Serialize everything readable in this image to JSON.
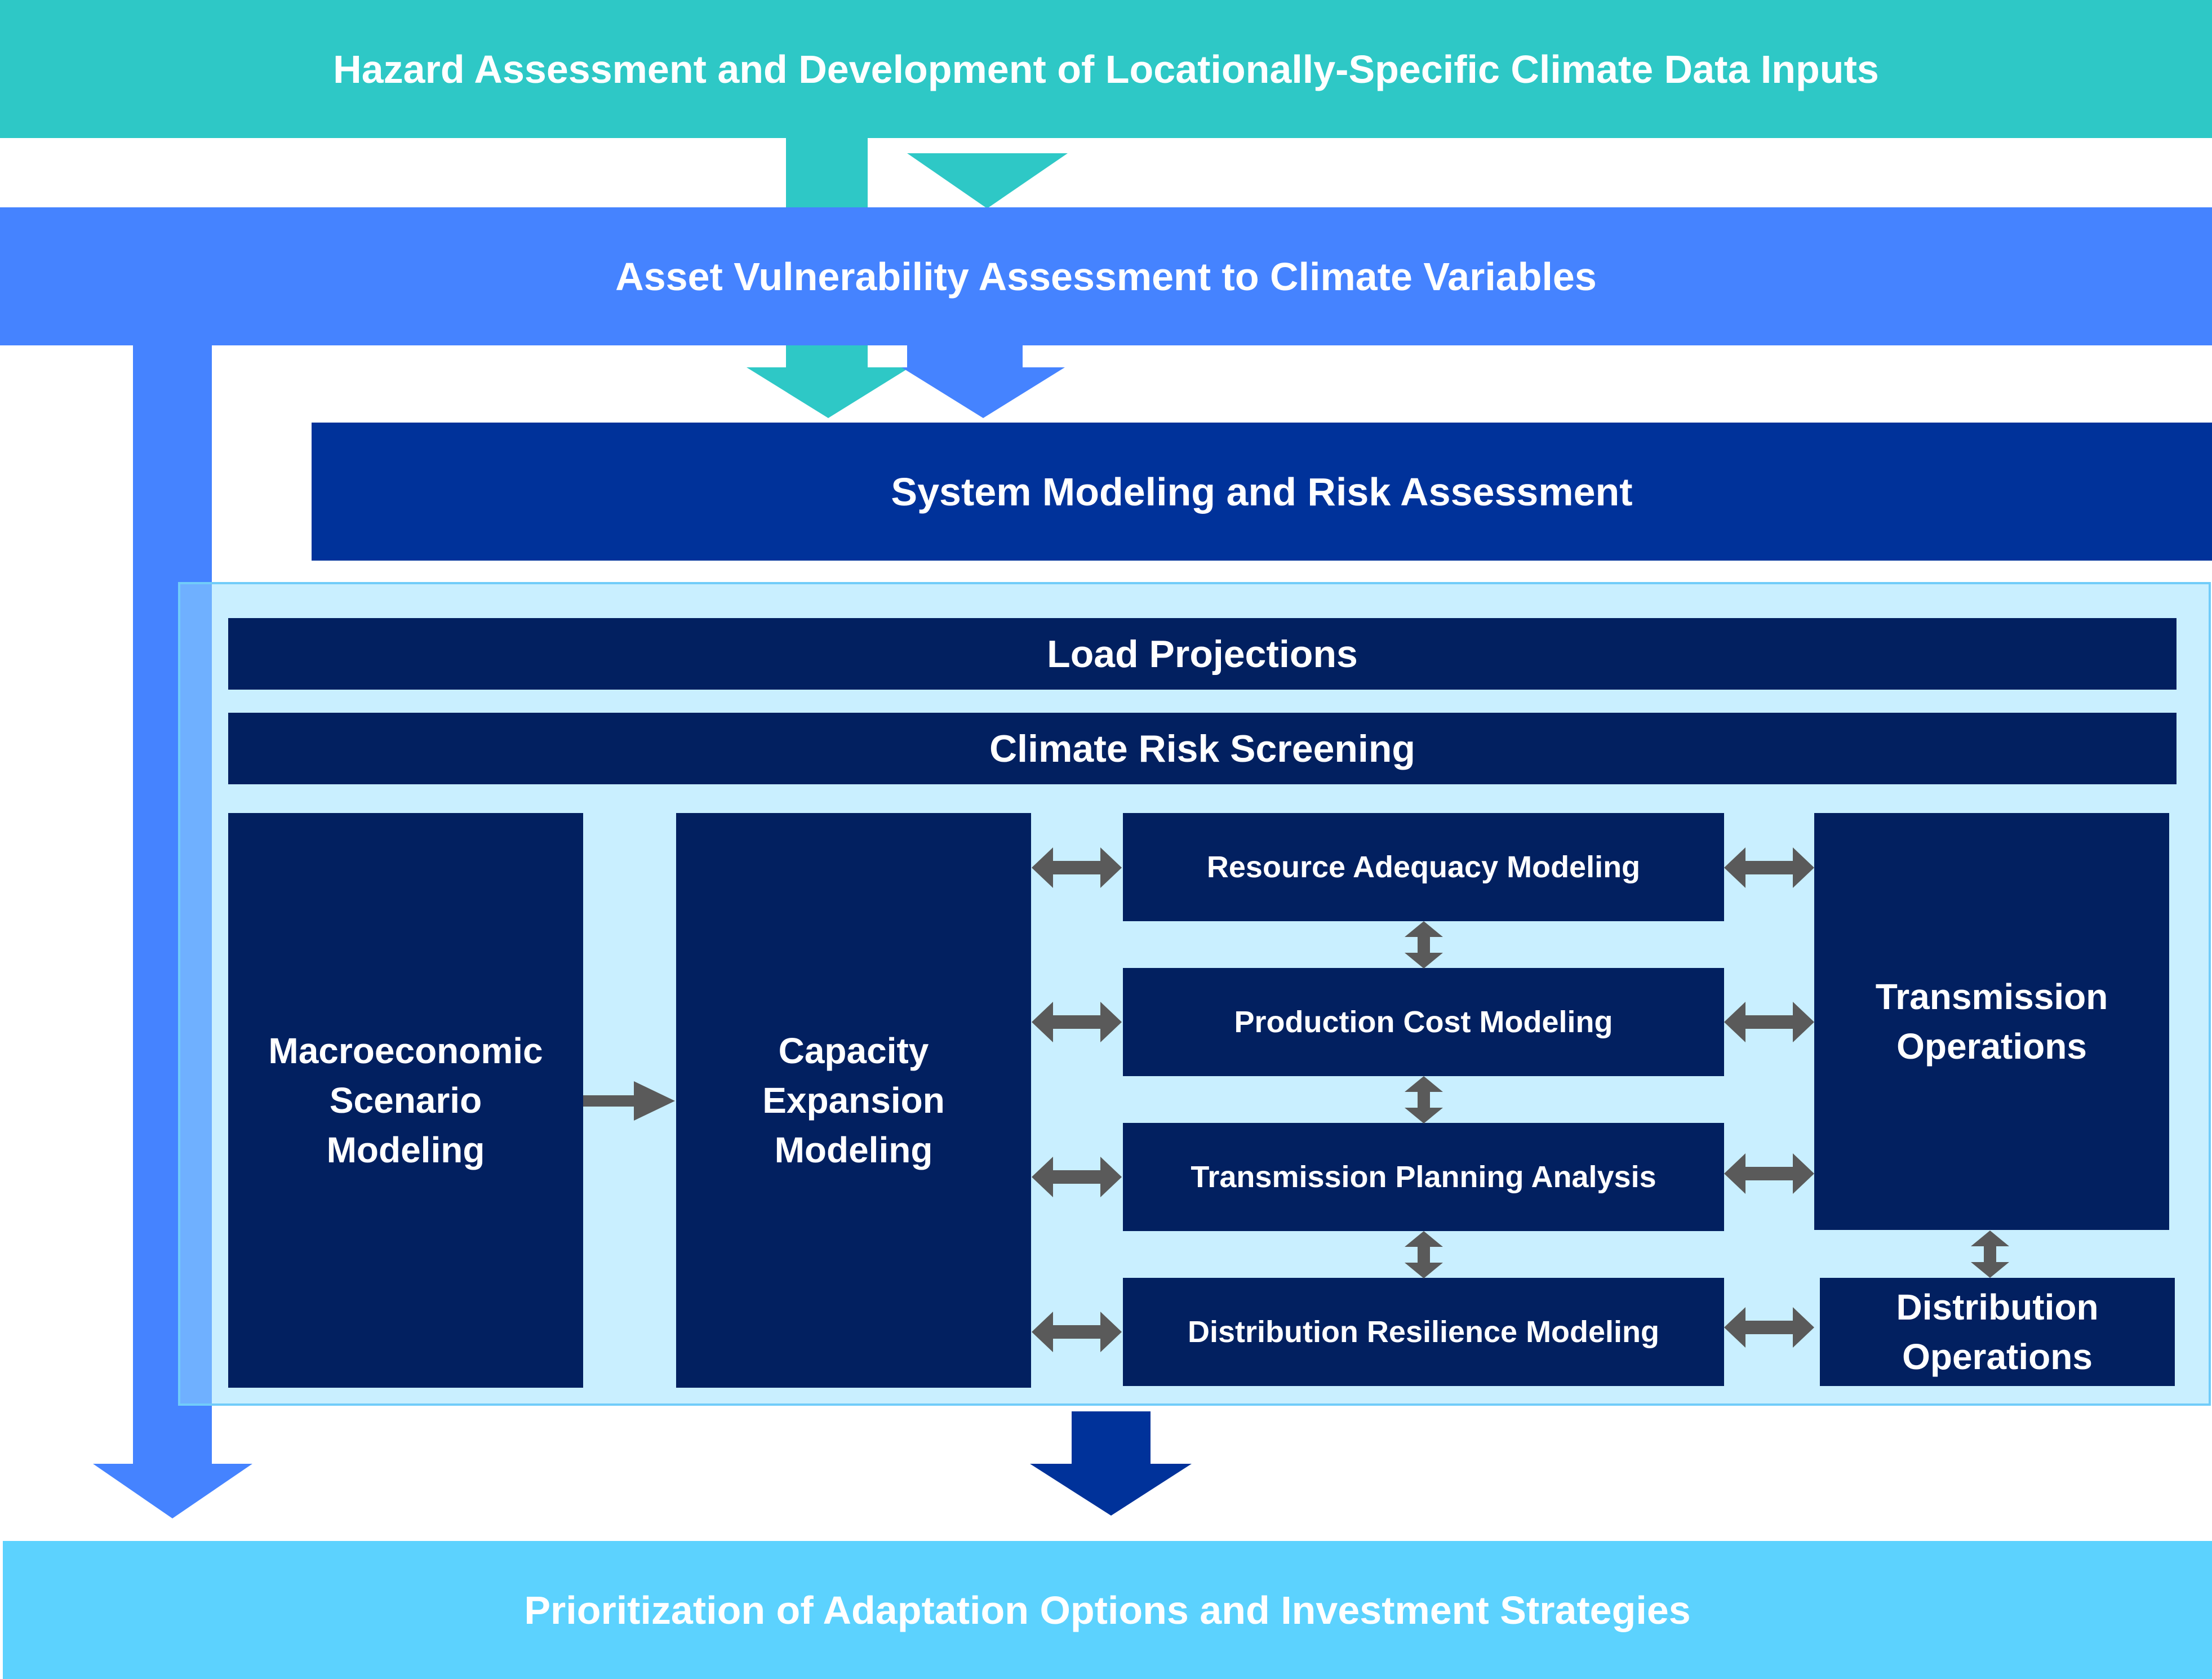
{
  "stages": {
    "hazard": "Hazard Assessment and Development of Locationally-Specific Climate Data Inputs",
    "vulnerability": "Asset Vulnerability Assessment to Climate Variables",
    "system_modeling": "System Modeling and Risk Assessment",
    "prioritization": "Prioritization of Adaptation Options and Investment Strategies"
  },
  "modeling_panel": {
    "load_projections": "Load Projections",
    "climate_risk_screening": "Climate Risk Screening",
    "macroeconomic": [
      "Macroeconomic",
      "Scenario",
      "Modeling"
    ],
    "capacity_expansion": [
      "Capacity",
      "Expansion",
      "Modeling"
    ],
    "models": [
      "Resource Adequacy Modeling",
      "Production Cost Modeling",
      "Transmission Planning Analysis",
      "Distribution Resilience Modeling"
    ],
    "transmission_operations": [
      "Transmission",
      "Operations"
    ],
    "distribution_operations": [
      "Distribution",
      "Operations"
    ]
  },
  "colors": {
    "hazard": "#2EC8C6",
    "vulnerability": "#4583FF",
    "system_modeling": "#00329A",
    "prioritization": "#5CD2FE",
    "panel": "#C9EFFF",
    "panel_border": "#71CCF9",
    "box": "#022060",
    "connector": "#5A5A5A"
  }
}
